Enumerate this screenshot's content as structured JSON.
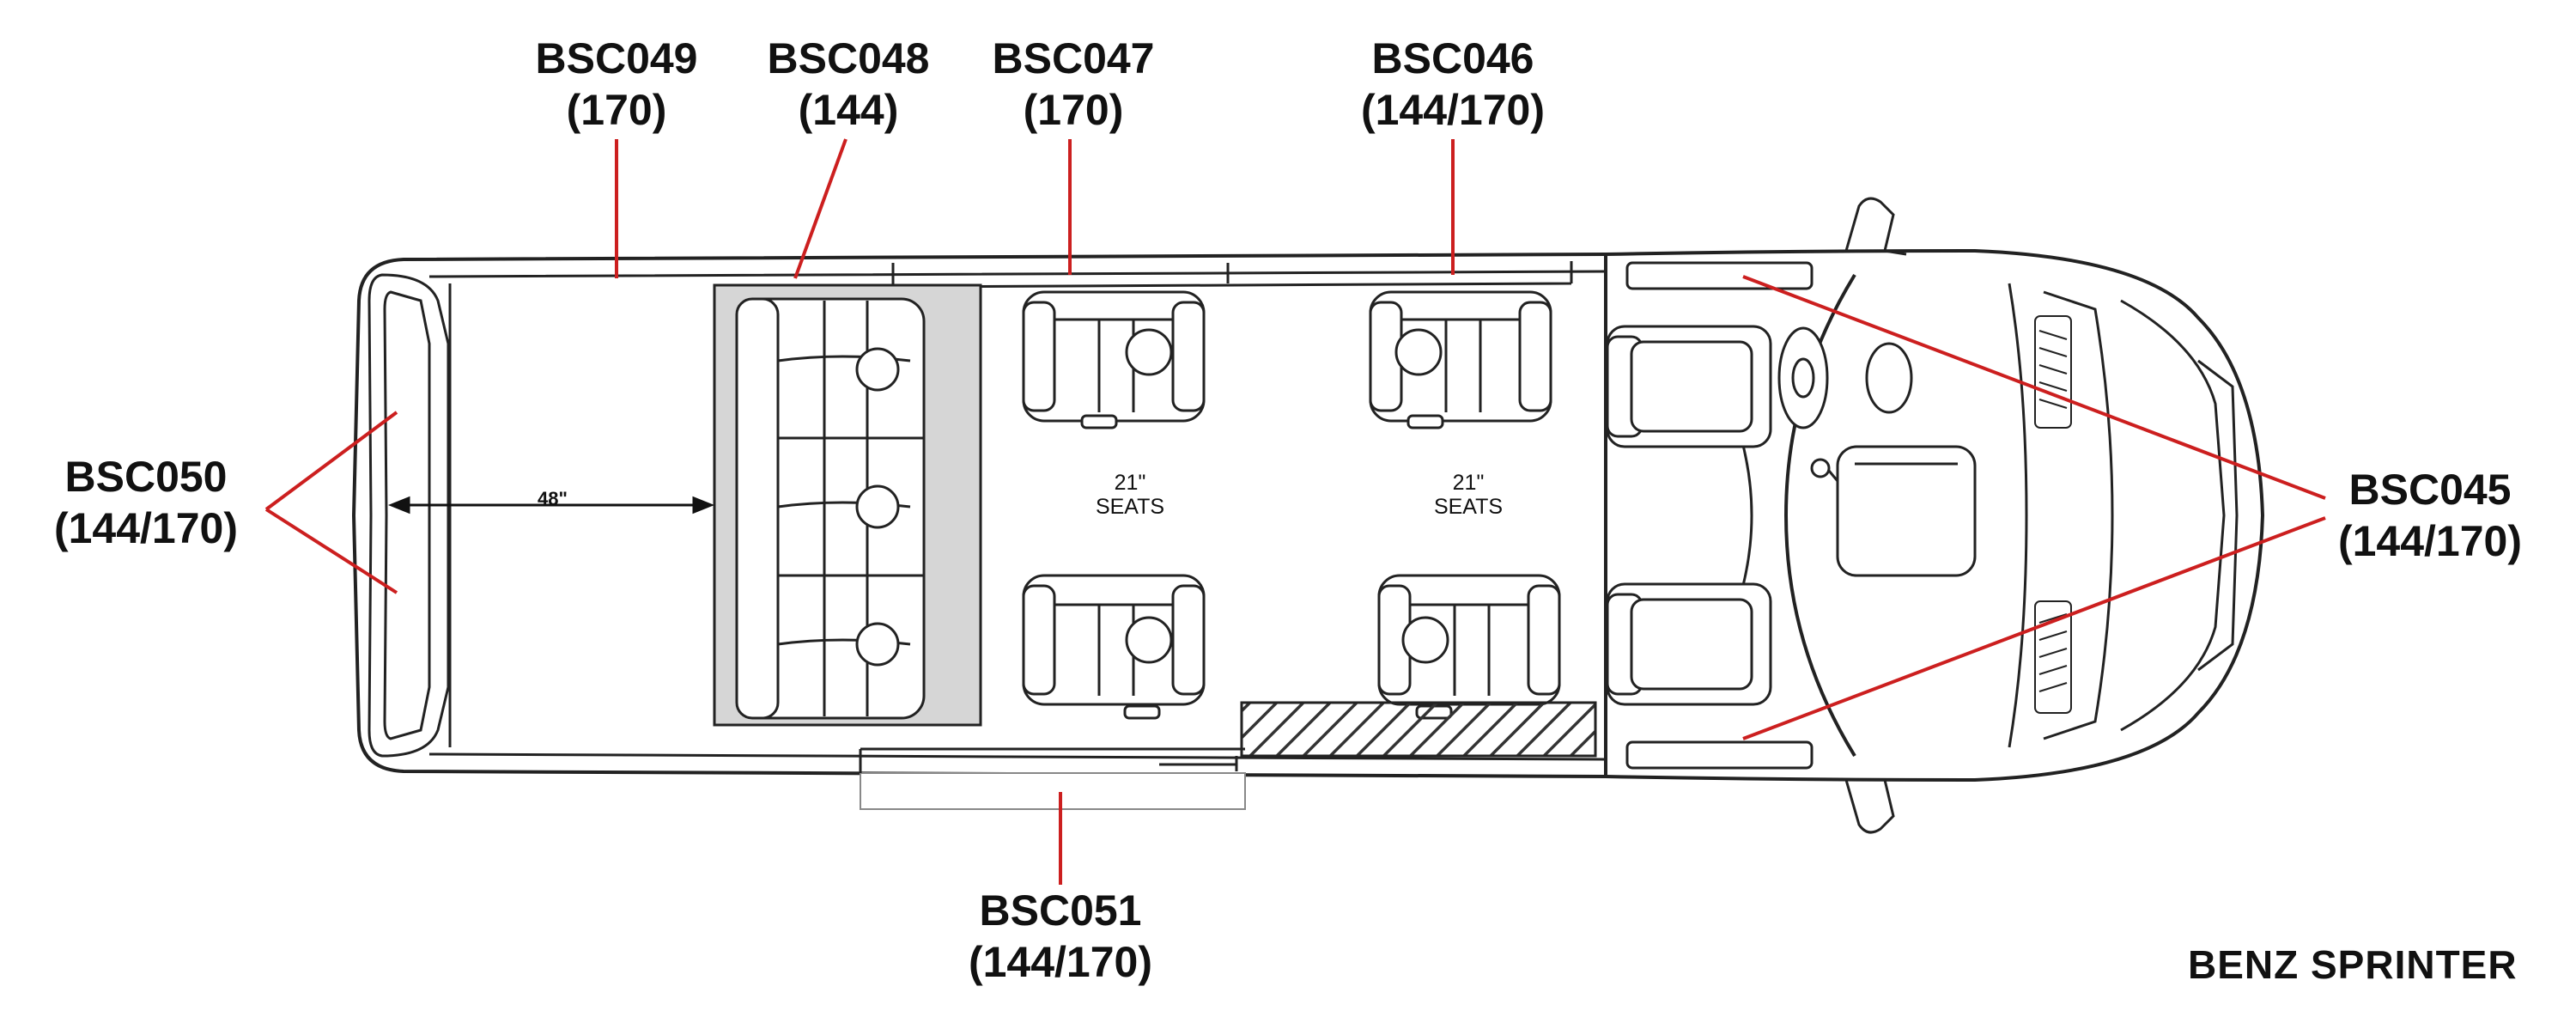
{
  "callouts": {
    "bsc049": {
      "code": "BSC049",
      "spec": "(170)"
    },
    "bsc048": {
      "code": "BSC048",
      "spec": "(144)"
    },
    "bsc047": {
      "code": "BSC047",
      "spec": "(170)"
    },
    "bsc046": {
      "code": "BSC046",
      "spec": "(144/170)"
    },
    "bsc050": {
      "code": "BSC050",
      "spec": "(144/170)"
    },
    "bsc045": {
      "code": "BSC045",
      "spec": "(144/170)"
    },
    "bsc051": {
      "code": "BSC051",
      "spec": "(144/170)"
    }
  },
  "dimension": "48\"",
  "seat_labels": [
    {
      "line1": "21\"",
      "line2": "SEATS"
    },
    {
      "line1": "21\"",
      "line2": "SEATS"
    }
  ],
  "brand": "BENZ SPRINTER",
  "colors": {
    "outline": "#222222",
    "leader": "#cc1f1f",
    "floor_panel": "#d6d6d6",
    "step_hatch": "#333333"
  }
}
